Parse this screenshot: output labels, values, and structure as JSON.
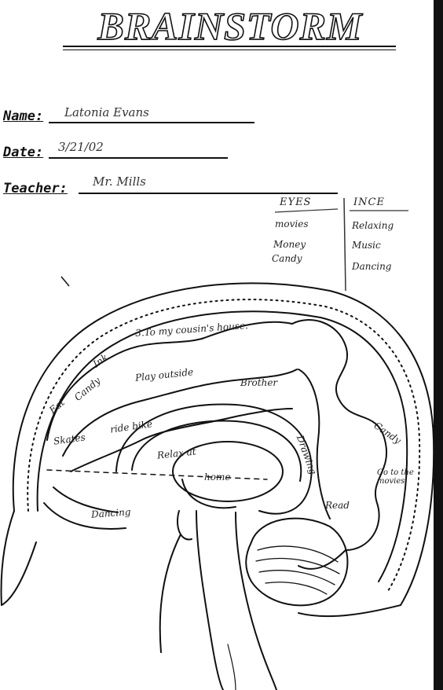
{
  "header": {
    "title": "BRAINSTORM"
  },
  "fields": {
    "name": {
      "label": "Name:",
      "value": "Latonia Evans"
    },
    "date": {
      "label": "Date:",
      "value": "3/21/02"
    },
    "teacher": {
      "label": "Teacher:",
      "value": "Mr. Mills"
    }
  },
  "lists": {
    "eyes": {
      "heading": "EYES",
      "items": [
        "movies",
        "Money",
        "Candy"
      ]
    },
    "ince": {
      "heading": "INCE",
      "items": [
        "Relaxing",
        "Music",
        "Dancing"
      ]
    }
  },
  "brain_labels": {
    "cousins_house": "3.To my cousin's house.",
    "play_outside": "Play outside",
    "brother": "Brother",
    "eat": "Eat",
    "candy_left": "Candy",
    "ink": "Ink",
    "skates": "Skates",
    "ride_bike": "ride bike",
    "relax": "Relax at",
    "home": "home",
    "dancing": "Dancing",
    "drawing": "Drawing",
    "candy_right": "Candy",
    "go_to_the_movies": "Go to the movies",
    "read": "Read"
  }
}
